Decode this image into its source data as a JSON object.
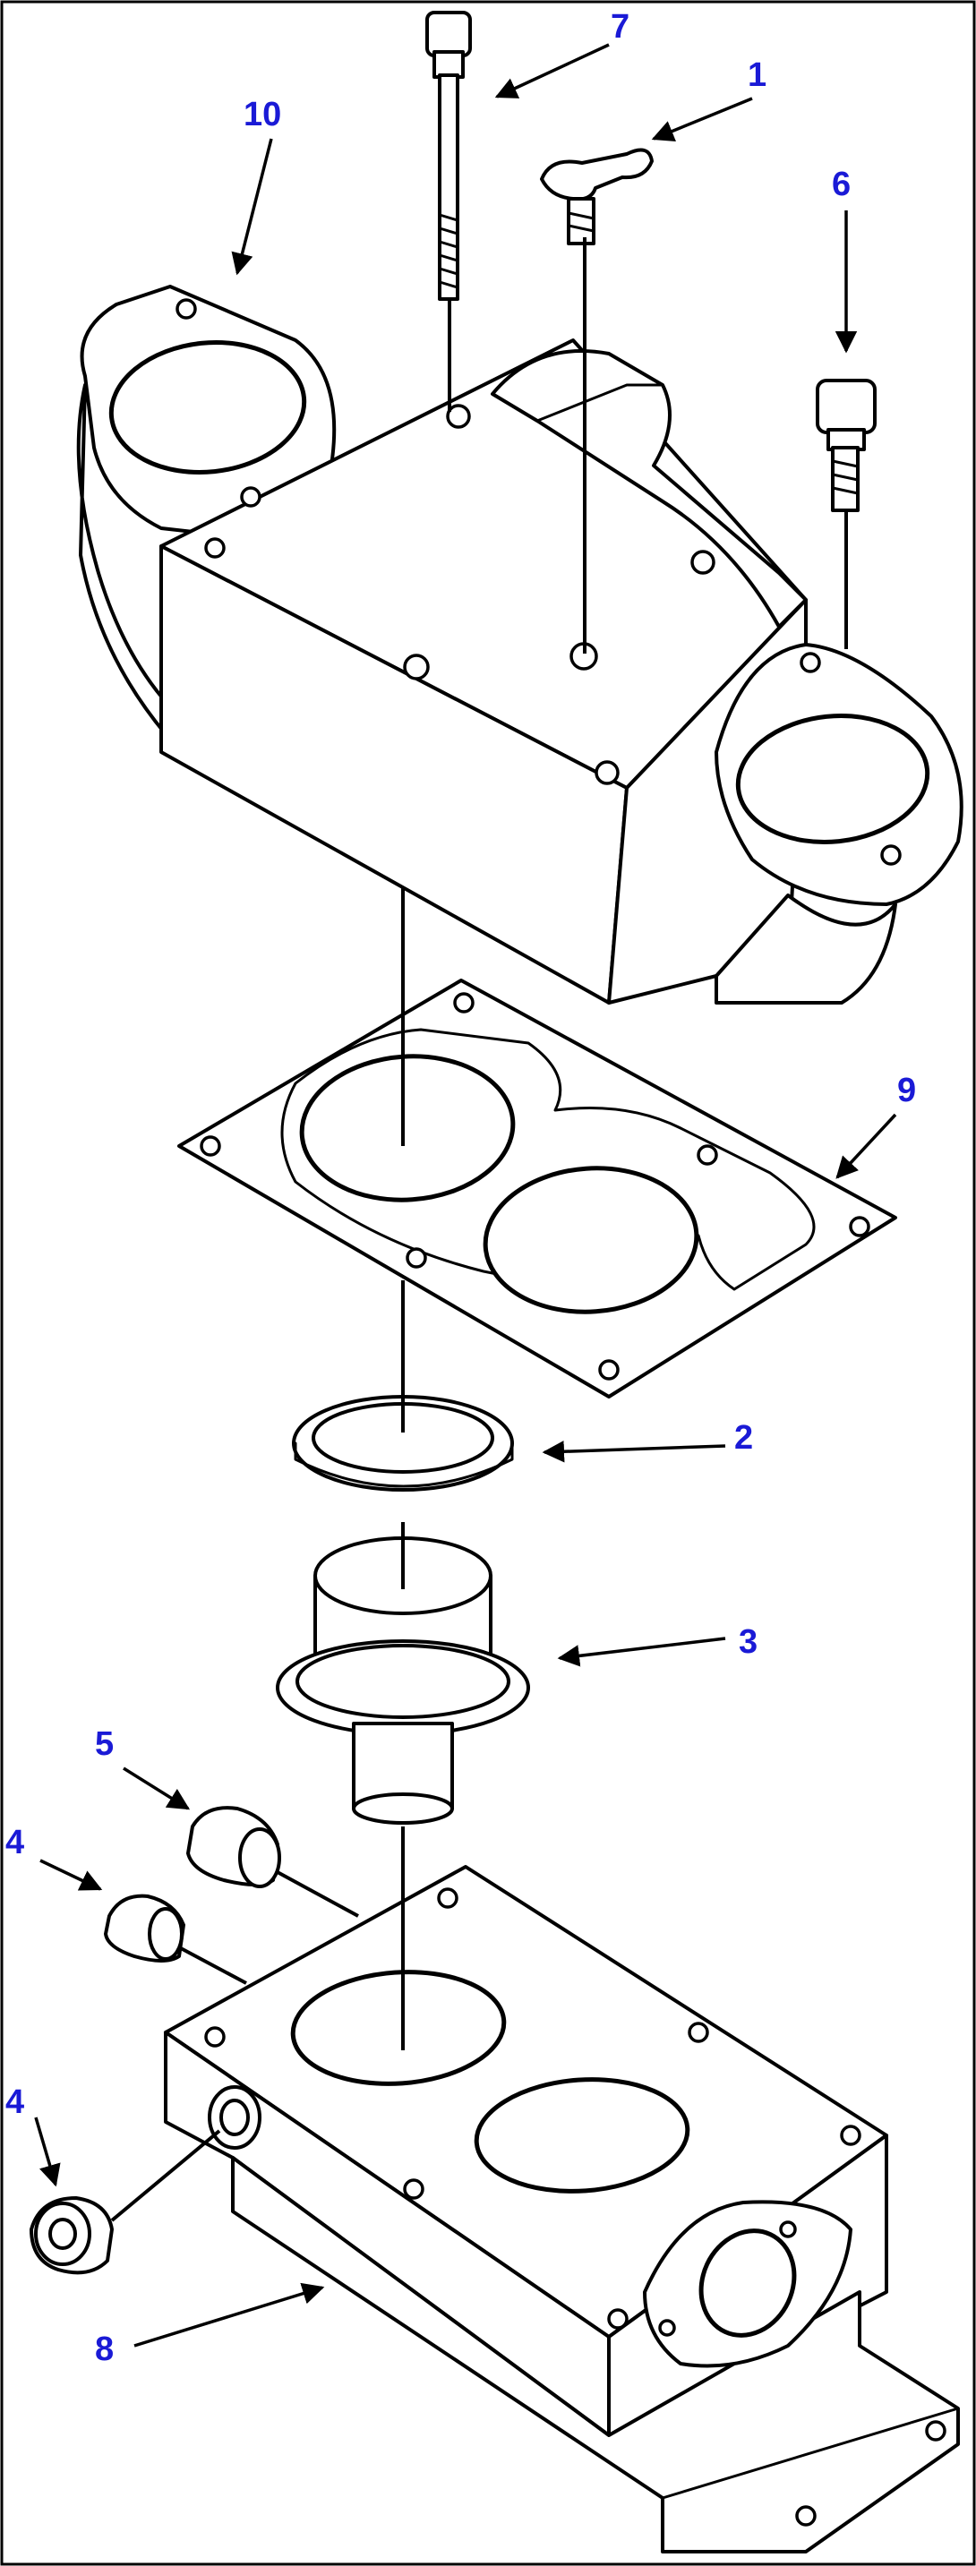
{
  "callouts": [
    {
      "id": "1",
      "text": "1"
    },
    {
      "id": "2",
      "text": "2"
    },
    {
      "id": "3",
      "text": "3"
    },
    {
      "id": "4a",
      "text": "4"
    },
    {
      "id": "4b",
      "text": "4"
    },
    {
      "id": "5",
      "text": "5"
    },
    {
      "id": "6",
      "text": "6"
    },
    {
      "id": "7",
      "text": "7"
    },
    {
      "id": "8",
      "text": "8"
    },
    {
      "id": "9",
      "text": "9"
    },
    {
      "id": "10",
      "text": "10"
    }
  ],
  "colors": {
    "callout": "#1a1ad6",
    "line": "#000000",
    "background": "#ffffff"
  }
}
